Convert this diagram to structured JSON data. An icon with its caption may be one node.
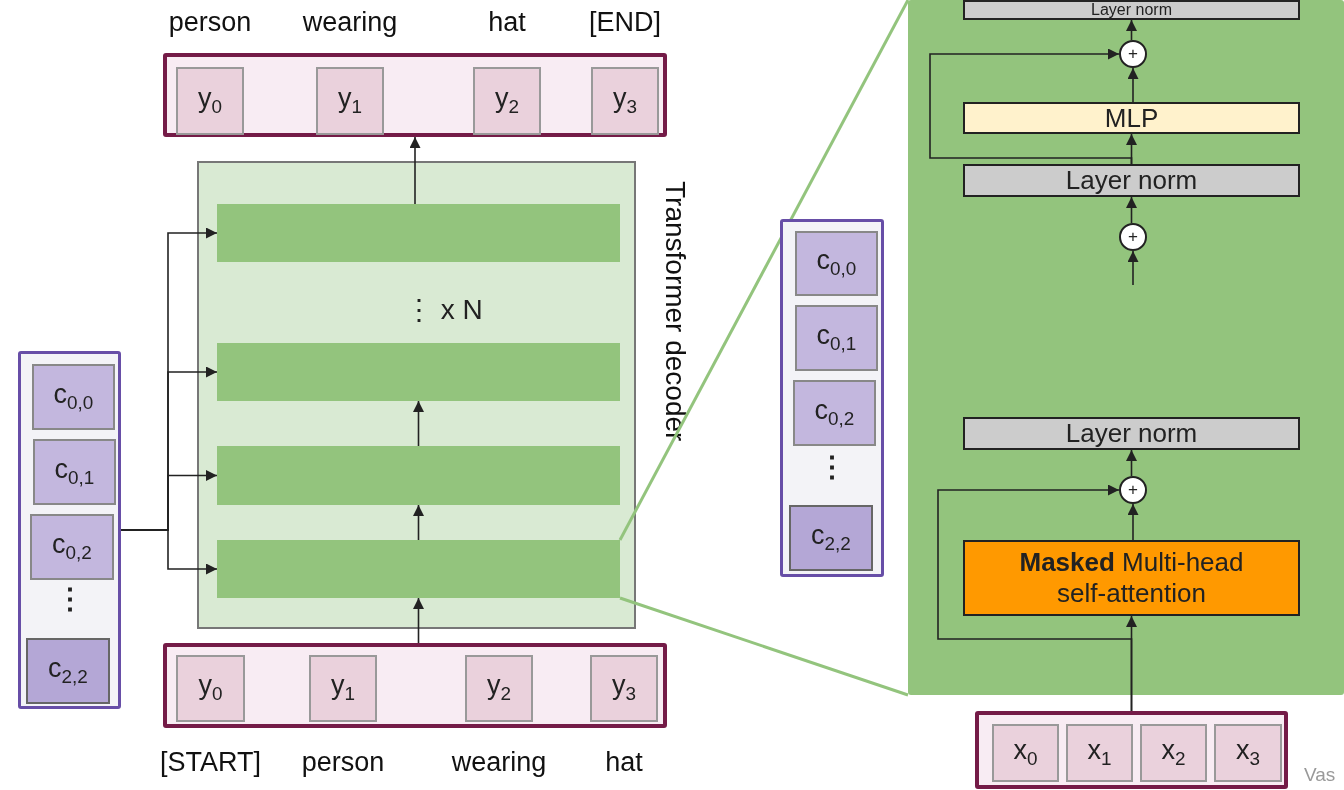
{
  "diagram": {
    "nodes": [
      {
        "text": [],
        "shape": "box"
      },
      {
        "text": [
          "y$_{0}$"
        ],
        "in": 0,
        "beside": [
          "person"
        ]
      },
      {
        "text": [
          "y$_{1}$"
        ],
        "in": 0,
        "beside": [
          "wearing"
        ]
      },
      {
        "text": [
          "y$_{2}$"
        ],
        "in": 0,
        "beside": [
          "hat"
        ]
      },
      {
        "text": [
          "y$_{3}$"
        ],
        "in": 0,
        "beside": [
          "[END]"
        ]
      },
      {
        "text": [
          "⋮ x N"
        ],
        "beside": [
          "Transformer decoder"
        ]
      },
      {
        "text": [],
        "shape": "bar",
        "in": 5
      },
      {
        "text": [],
        "shape": "bar",
        "in": 5
      },
      {
        "text": [],
        "shape": "bar",
        "in": 5
      },
      {
        "text": [],
        "shape": "bar",
        "in": 5
      },
      {
        "text": [],
        "shape": "box"
      },
      {
        "text": [
          "y$_{0}$"
        ],
        "in": 10,
        "beside": [
          "[START]"
        ]
      },
      {
        "text": [
          "y$_{1}$"
        ],
        "in": 10,
        "beside": [
          "person"
        ]
      },
      {
        "text": [
          "y$_{2}$"
        ],
        "in": 10,
        "beside": [
          "wearing"
        ]
      },
      {
        "text": [
          "y$_{3}$"
        ],
        "in": 10,
        "beside": [
          "hat"
        ]
      },
      {
        "text": [
          "⋮"
        ]
      },
      {
        "text": [
          "c$_{0,0}$"
        ],
        "in": 15
      },
      {
        "text": [
          "c$_{0,1}$"
        ],
        "in": 15
      },
      {
        "text": [
          "c$_{0,2}$"
        ],
        "in": 15
      },
      {
        "text": [
          "c$_{2,2}$"
        ],
        "in": 15
      },
      {
        "text": [
          "⋮"
        ]
      },
      {
        "text": [
          "c$_{0,0}$"
        ],
        "in": 20
      },
      {
        "text": [
          "c$_{0,1}$"
        ],
        "in": 20
      },
      {
        "text": [
          "c$_{0,2}$"
        ],
        "in": 20
      },
      {
        "text": [
          "c$_{2,2}$"
        ],
        "in": 20
      },
      {
        "text": [],
        "shape": "box"
      },
      {
        "text": [
          "Layer norm"
        ],
        "in": 25
      },
      {
        "text": [
          "+"
        ],
        "in": 25
      },
      {
        "text": [
          "MLP"
        ],
        "in": 25
      },
      {
        "text": [
          "Layer norm"
        ],
        "in": 25
      },
      {
        "text": [
          "+"
        ],
        "in": 25
      },
      {
        "text": [
          "Layer norm"
        ],
        "in": 25
      },
      {
        "text": [
          "+"
        ],
        "in": 25
      },
      {
        "text": [
          "**Masked** Multi-head self-attention"
        ],
        "in": 25
      },
      {
        "text": [],
        "shape": "box"
      },
      {
        "text": [
          "x$_{0}$"
        ],
        "in": 34
      },
      {
        "text": [
          "x$_{1}$"
        ],
        "in": 34
      },
      {
        "text": [
          "x$_{2}$"
        ],
        "in": 34
      },
      {
        "text": [
          "x$_{3}$"
        ],
        "in": 34
      }
    ],
    "edges": [
      {
        "from": 10,
        "to": 9,
        "arrow": "to"
      },
      {
        "from": 9,
        "to": 8,
        "arrow": "to"
      },
      {
        "from": 8,
        "to": 7,
        "arrow": "to"
      },
      {
        "from": 6,
        "to": 0,
        "arrow": "to"
      },
      {
        "from": 15,
        "to": 6,
        "arrow": "to"
      },
      {
        "from": 15,
        "to": 7,
        "arrow": "to"
      },
      {
        "from": 15,
        "to": 8,
        "arrow": "to"
      },
      {
        "from": 15,
        "to": 9,
        "arrow": "to"
      },
      {
        "from": 9,
        "to": 25,
        "arrow": "none",
        "color": "#93c47d"
      },
      {
        "from": 9,
        "to": 25,
        "arrow": "none",
        "color": "#93c47d"
      },
      {
        "from": 34,
        "to": 33,
        "arrow": "to"
      },
      {
        "from": 34,
        "to": 32,
        "arrow": "to"
      },
      {
        "from": 33,
        "to": 32,
        "arrow": "to"
      },
      {
        "from": 32,
        "to": 31,
        "arrow": "to"
      },
      {
        "from": null,
        "to": 30,
        "arrow": "to"
      },
      {
        "from": 30,
        "to": 29,
        "arrow": "to"
      },
      {
        "from": 29,
        "to": 28,
        "arrow": "to"
      },
      {
        "from": 29,
        "to": 27,
        "arrow": "to"
      },
      {
        "from": 28,
        "to": 27,
        "arrow": "to"
      },
      {
        "from": 27,
        "to": 26,
        "arrow": "to"
      }
    ],
    "labels": [
      "Vas"
    ]
  }
}
